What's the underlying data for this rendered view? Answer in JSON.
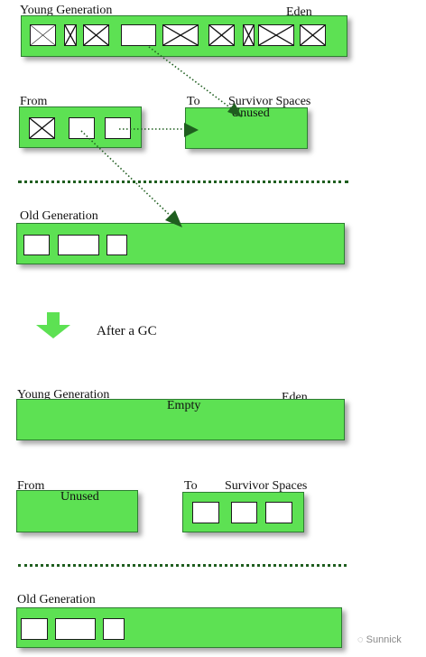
{
  "before": {
    "young_generation": "Young Generation",
    "eden": "Eden",
    "from": "From",
    "to": "To",
    "survivor_spaces": "Survivor Spaces",
    "unused": "Unused",
    "old_generation": "Old Generation"
  },
  "transition": {
    "after_gc": "After a GC"
  },
  "after": {
    "young_generation": "Young Generation",
    "eden": "Eden",
    "empty": "Empty",
    "from": "From",
    "unused": "Unused",
    "to": "To",
    "survivor_spaces": "Survivor Spaces",
    "old_generation": "Old Generation"
  },
  "watermark": "Sunnick",
  "colors": {
    "block_fill": "#5de153",
    "block_border": "#2e7d32",
    "divider": "#1f5e1f",
    "arrow": "#1f5e1f"
  }
}
